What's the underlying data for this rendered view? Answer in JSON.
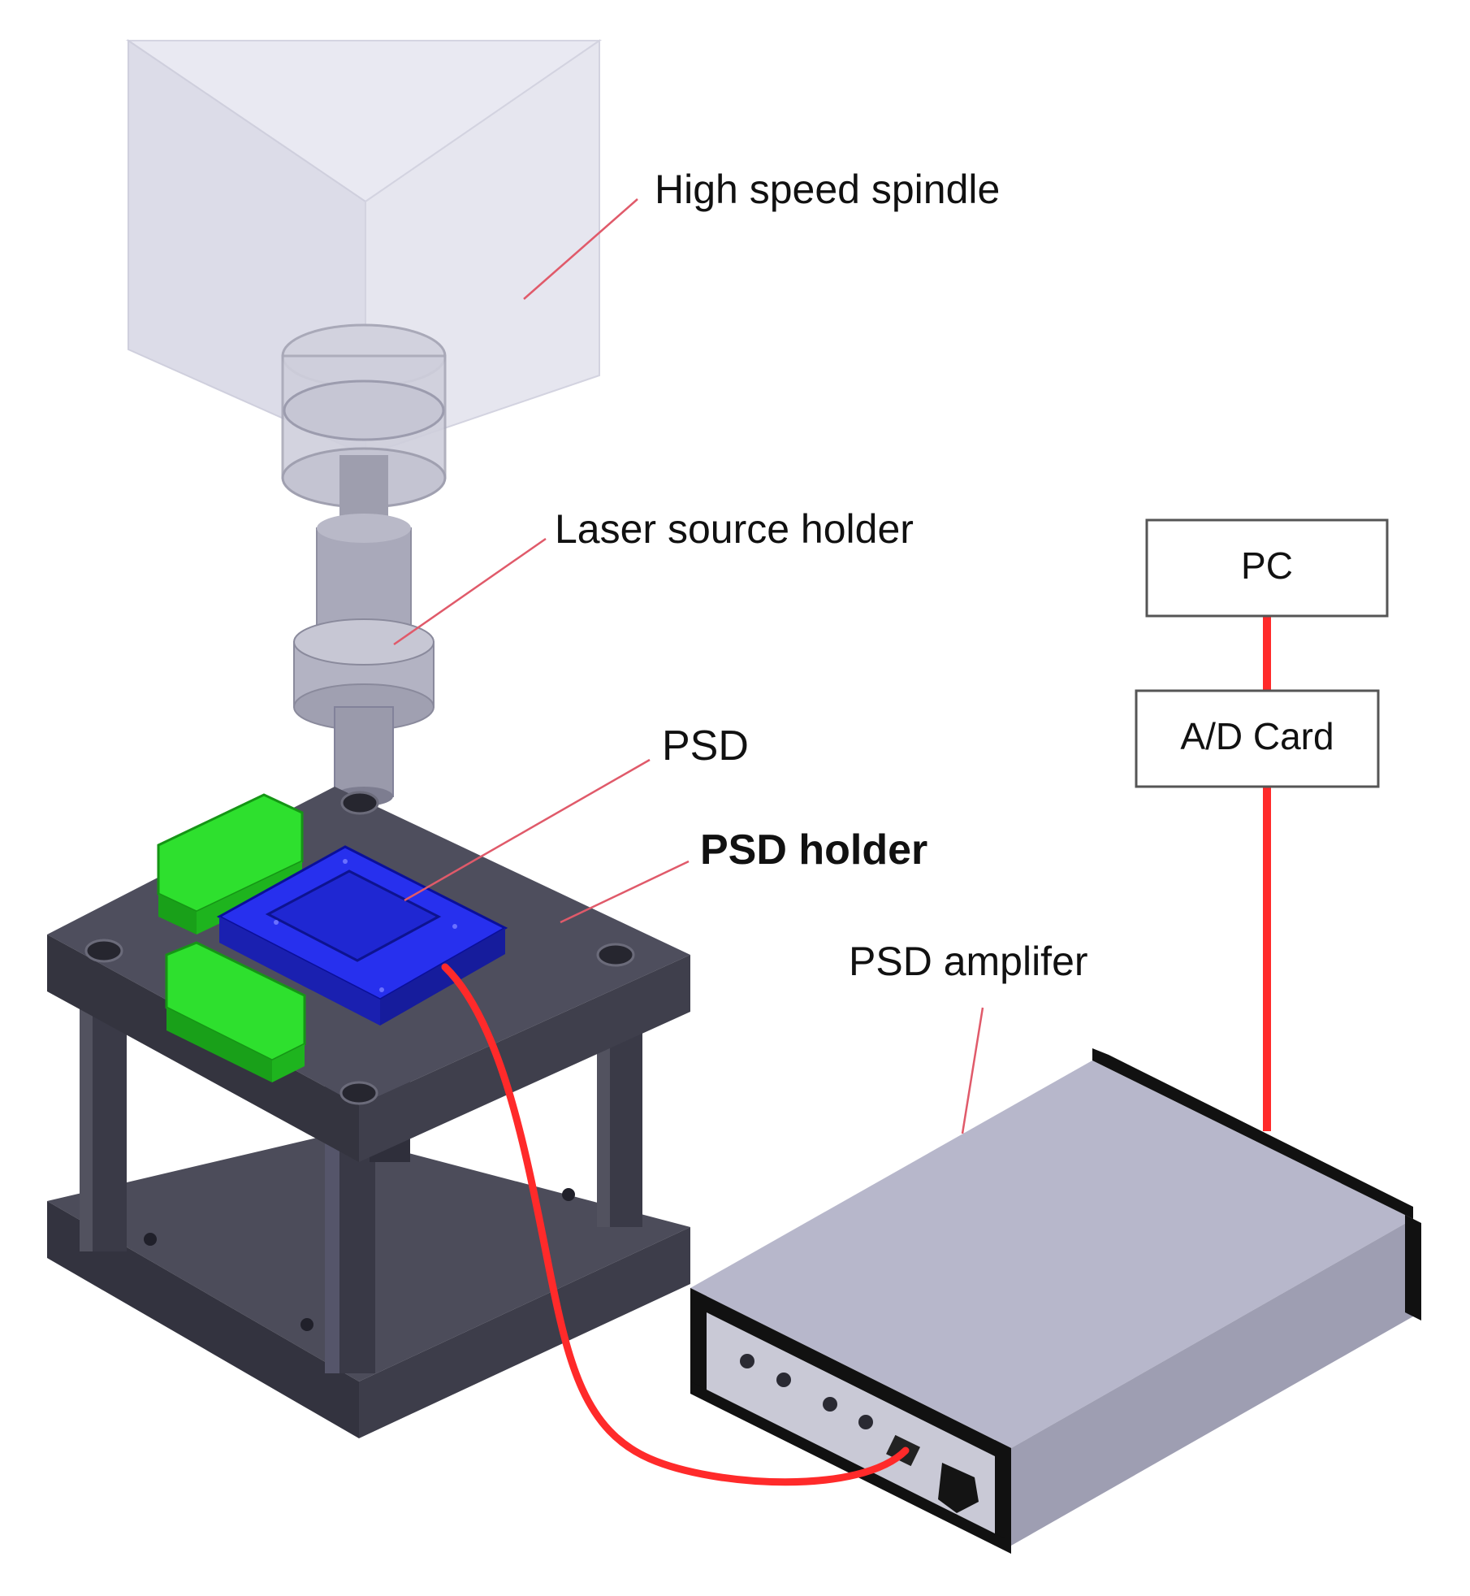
{
  "labels": {
    "spindle": "High speed spindle",
    "laser_holder": "Laser source holder",
    "psd": "PSD",
    "psd_holder": "PSD holder",
    "amplifier": "PSD amplifer",
    "pc": "PC",
    "ad_card": "A/D Card"
  },
  "colors": {
    "leader": "#e05a6a",
    "cable": "#ff2a2a",
    "fixture": "#3d3d4a",
    "psd": "#1a22e0",
    "clamps": "#22dd22",
    "spindle": "#dcdcea",
    "amplifier": "#b9b9cc"
  }
}
